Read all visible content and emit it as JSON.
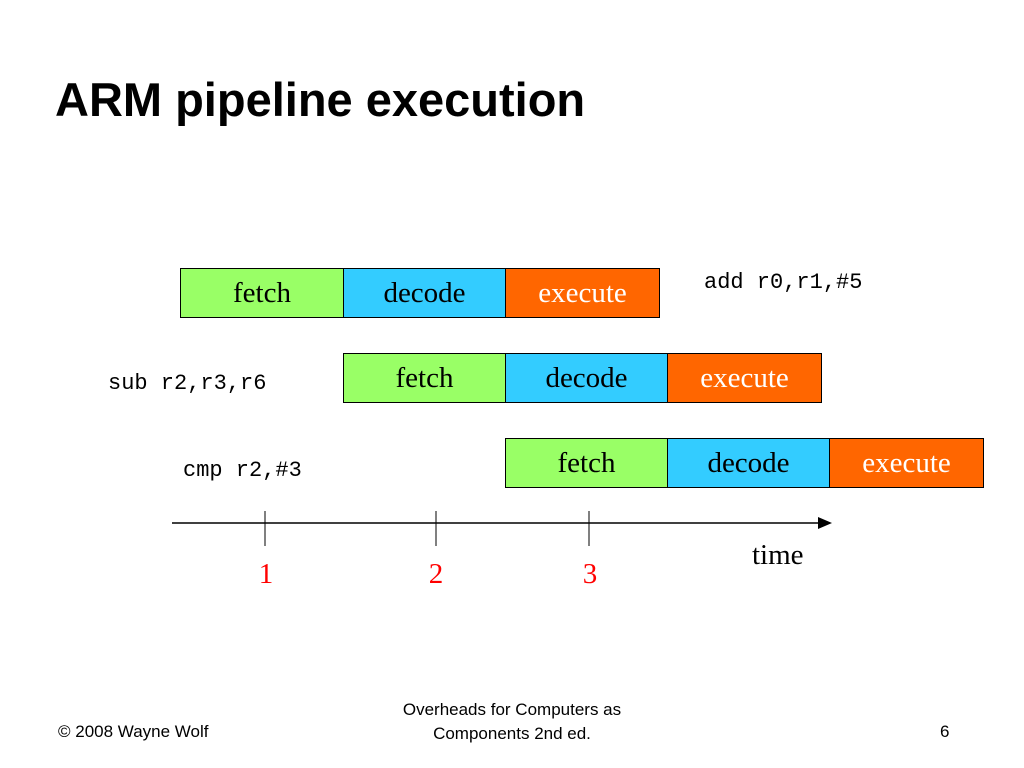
{
  "slide": {
    "title": "ARM pipeline execution"
  },
  "stages": {
    "fetch": "fetch",
    "decode": "decode",
    "execute": "execute"
  },
  "instructions": [
    {
      "text": "add r0,r1,#5"
    },
    {
      "text": "sub r2,r3,r6"
    },
    {
      "text": "cmp r2,#3"
    }
  ],
  "timeline": {
    "ticks": [
      "1",
      "2",
      "3"
    ],
    "label": "time"
  },
  "footer": {
    "copyright": "© 2008 Wayne Wolf",
    "source_line1": "Overheads for Computers as",
    "source_line2": "Components 2nd ed.",
    "page_number": "6"
  },
  "colors": {
    "fetch": "#99ff66",
    "decode": "#33ccff",
    "execute": "#ff6600",
    "tick_labels": "#ff0000"
  }
}
